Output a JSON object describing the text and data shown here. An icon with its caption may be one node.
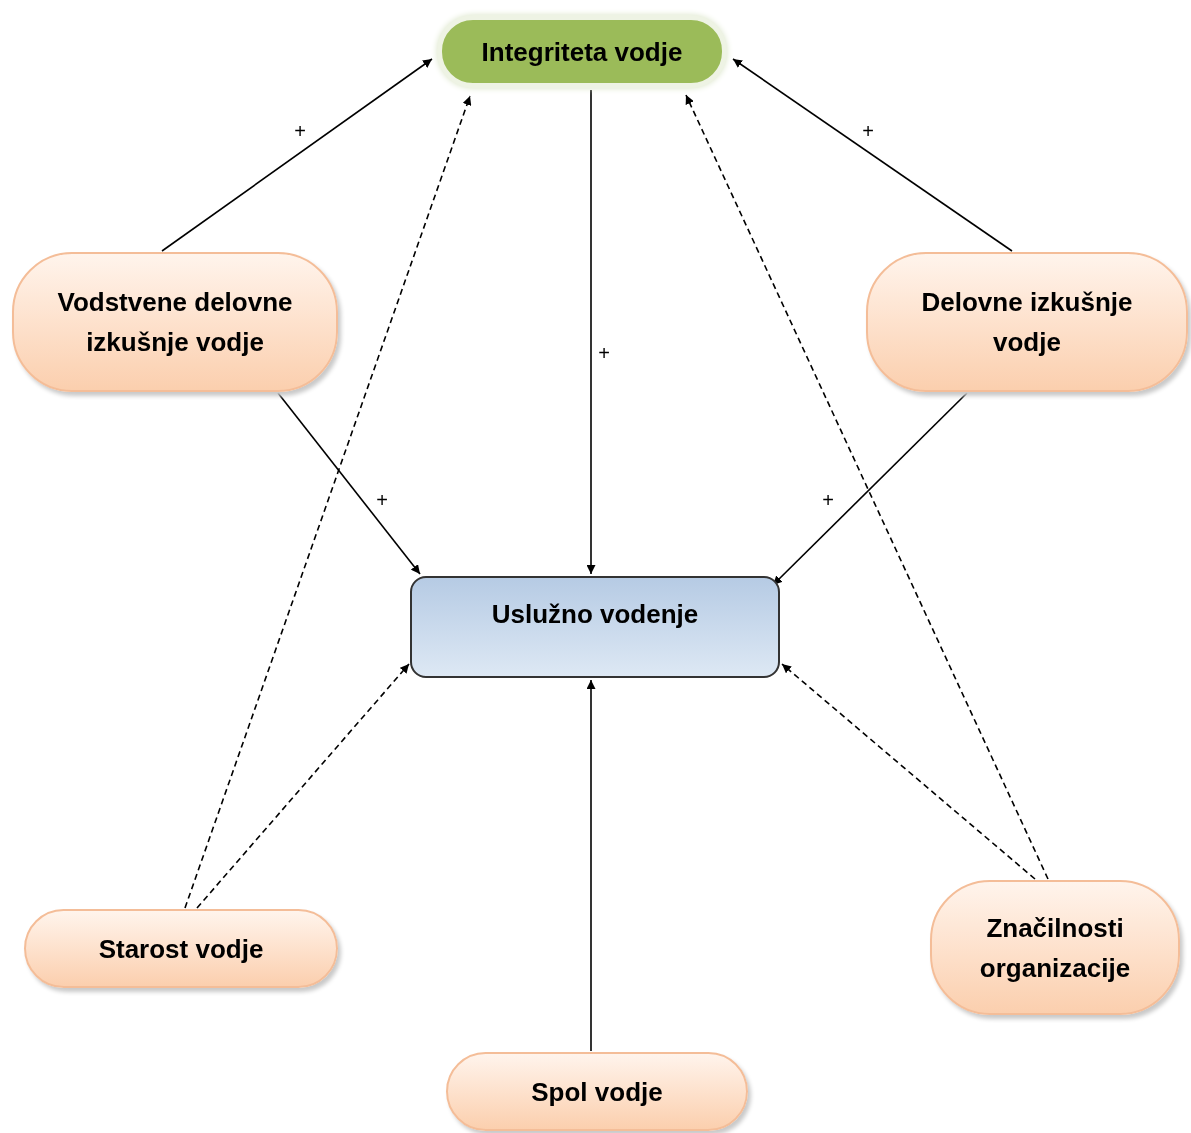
{
  "diagram": {
    "nodes": [
      {
        "text": [
          "Integriteta vodje"
        ]
      },
      {
        "text": [
          "Vodstvene delovne izkušnje vodje"
        ]
      },
      {
        "text": [
          "Delovne izkušnje vodje"
        ]
      },
      {
        "text": [
          "Uslužno vodenje"
        ]
      },
      {
        "text": [
          "Starost vodje"
        ]
      },
      {
        "text": [
          "Značilnosti organizacije"
        ]
      },
      {
        "text": [
          "Spol vodje"
        ]
      }
    ],
    "edges": [
      {
        "from": 1,
        "to": 0,
        "arrow": "to",
        "label": "+"
      },
      {
        "from": 2,
        "to": 0,
        "arrow": "to",
        "label": "+"
      },
      {
        "from": 0,
        "to": 3,
        "arrow": "to",
        "label": "+"
      },
      {
        "from": 1,
        "to": 3,
        "arrow": "to",
        "label": "+"
      },
      {
        "from": 2,
        "to": 3,
        "arrow": "to",
        "label": "+"
      },
      {
        "from": 4,
        "to": 0,
        "arrow": "to",
        "style": "dashed"
      },
      {
        "from": 4,
        "to": 3,
        "arrow": "to",
        "style": "dashed"
      },
      {
        "from": 5,
        "to": 0,
        "arrow": "to",
        "style": "dashed"
      },
      {
        "from": 5,
        "to": 3,
        "arrow": "to",
        "style": "dashed"
      },
      {
        "from": 6,
        "to": 3,
        "arrow": "to"
      }
    ]
  }
}
